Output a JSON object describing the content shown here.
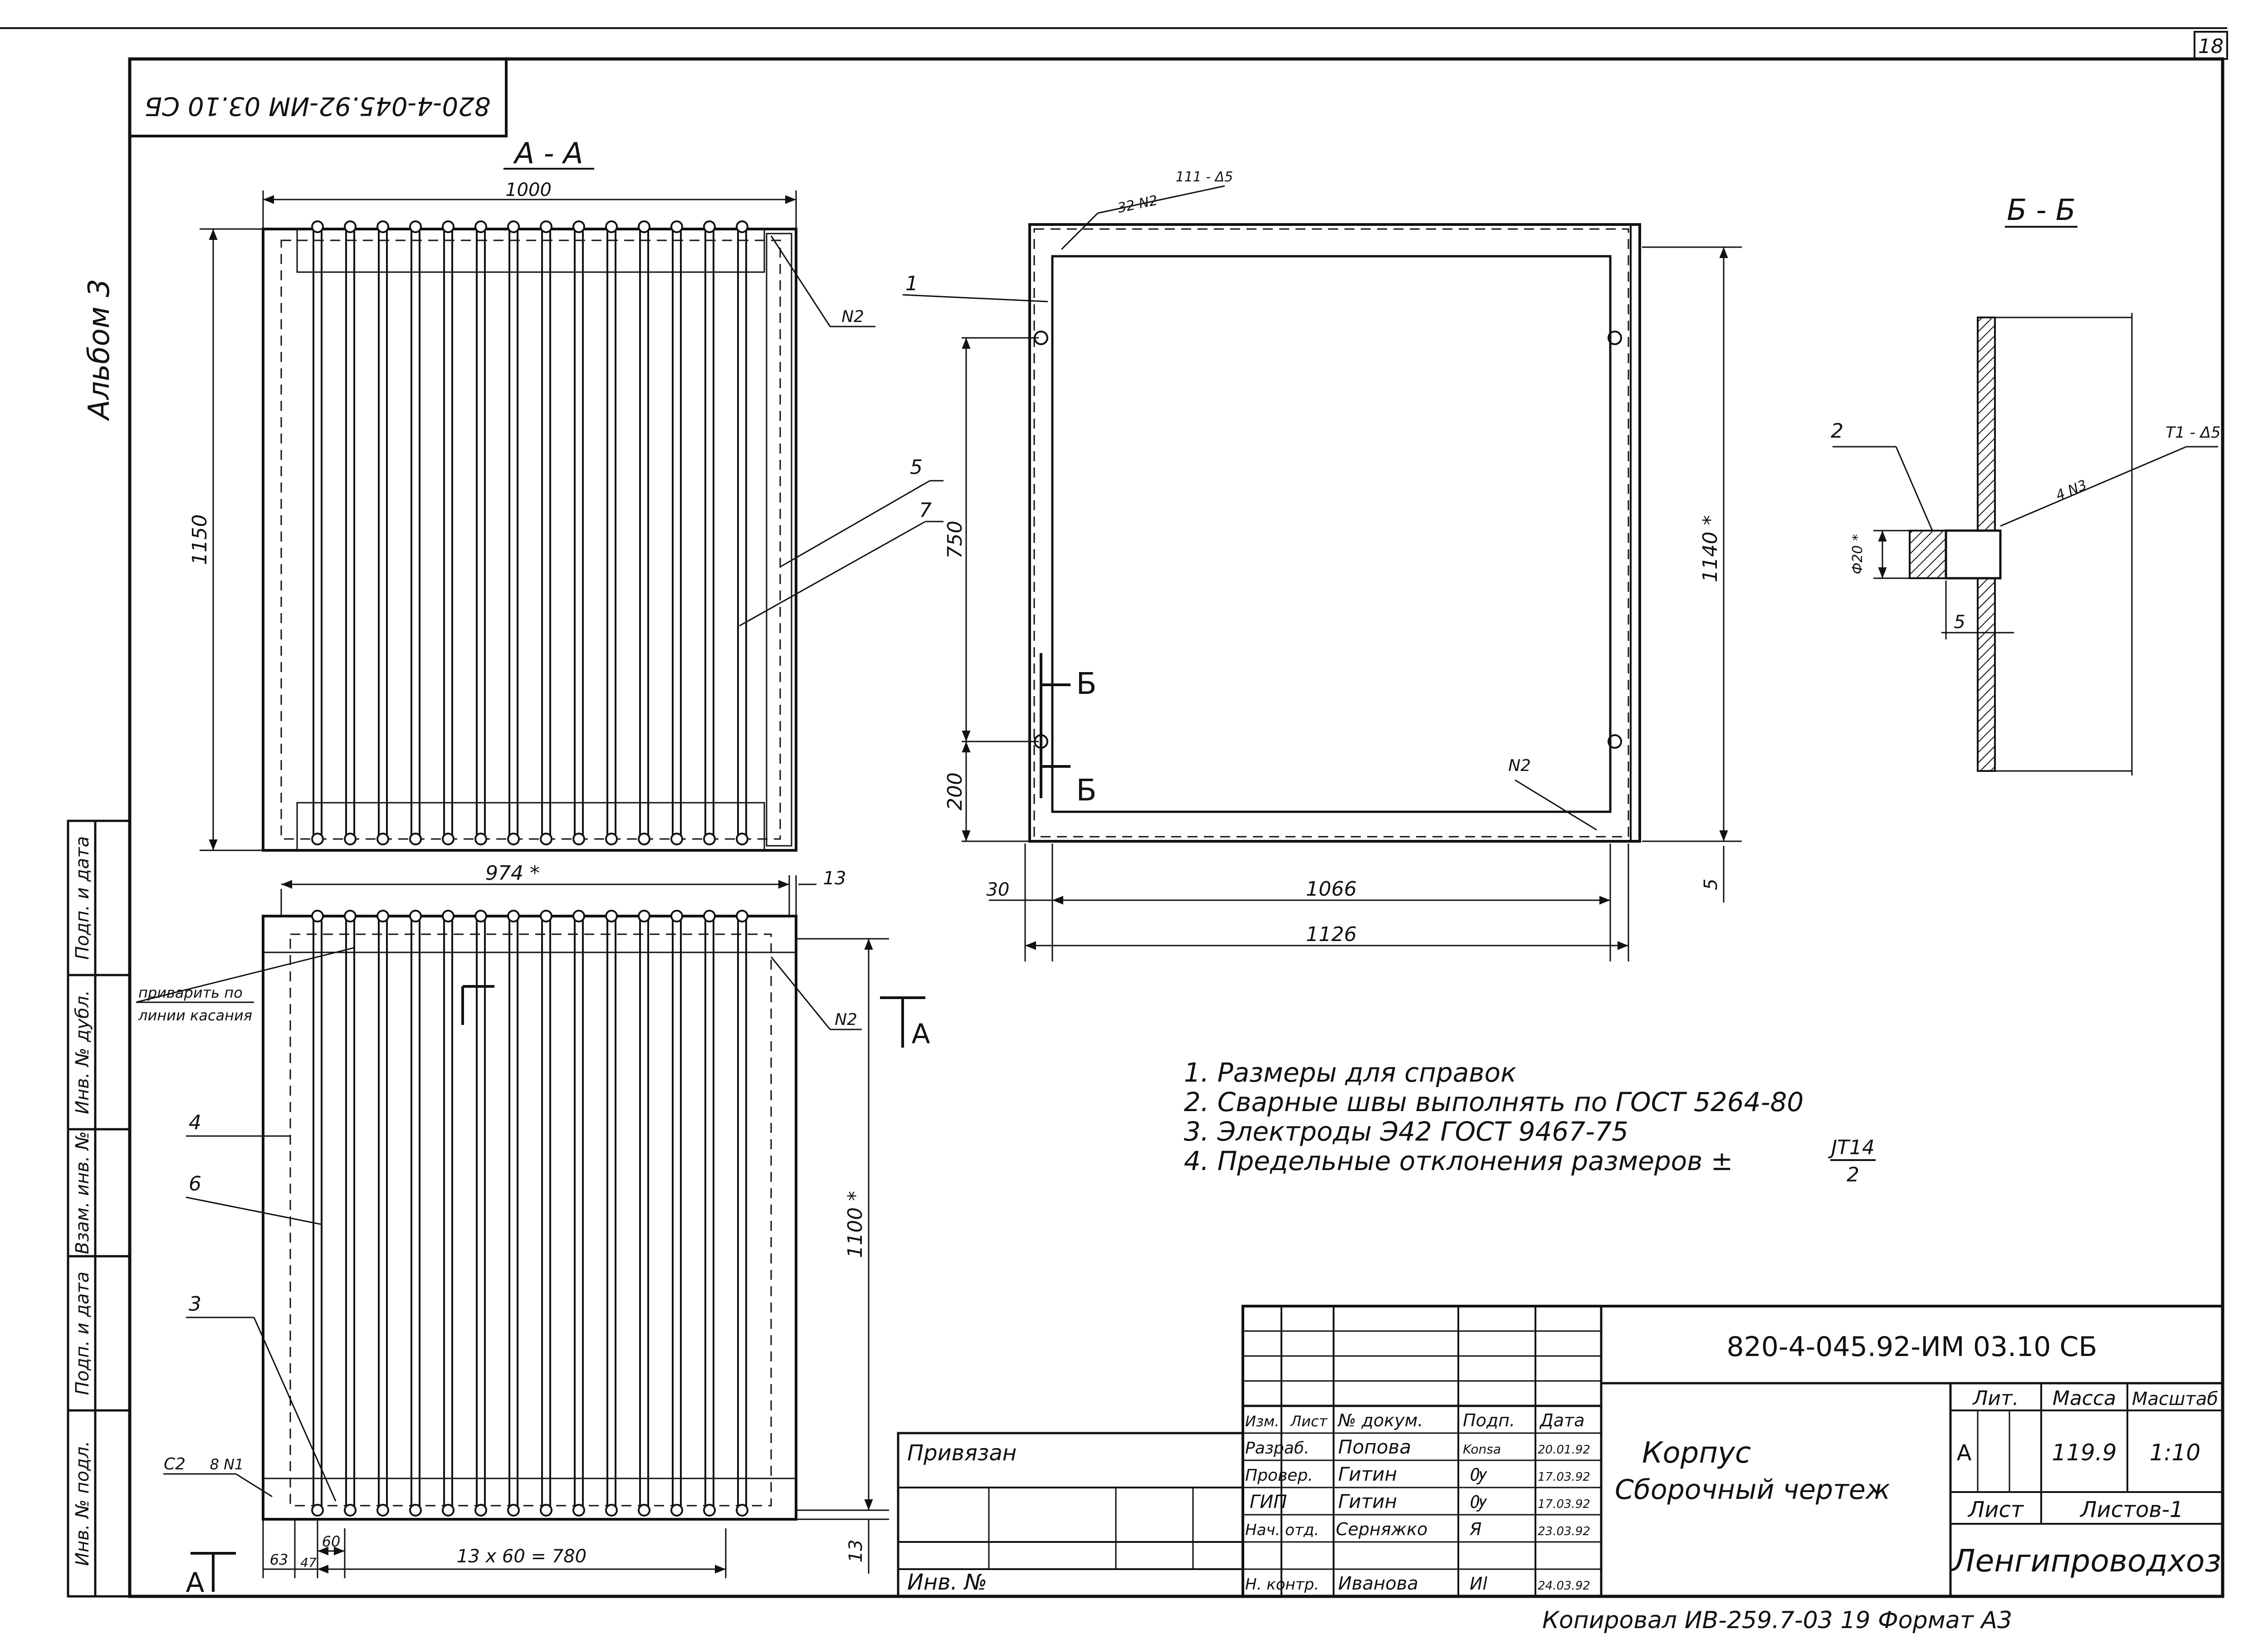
{
  "sheet_number": "18",
  "rotated_code": "820-4-045.92-ИМ 03.10 СБ",
  "album": "Альбом 3",
  "views": {
    "section_aa": "А - А",
    "section_bb": "Б - Б",
    "cut_label_b": "Б",
    "cut_label_a": "А"
  },
  "dimensions": {
    "d1000": "1000",
    "d1150": "1150",
    "d974": "974 *",
    "d13a": "13",
    "d13b": "13",
    "d1100": "1100 *",
    "d63": "63",
    "d47": "47",
    "d60": "60",
    "d780": "13 x 60 = 780",
    "d750": "750",
    "d200": "200",
    "d30": "30",
    "d1066": "1066",
    "d1126": "1126",
    "d1140": "1140 *",
    "d5a": "5",
    "d5b": "5",
    "d20": "Ф20 *"
  },
  "callouts": {
    "c1": "1",
    "c2": "2",
    "c3": "3",
    "c4": "4",
    "c5": "5",
    "c6": "6",
    "c7": "7",
    "n2a": "N2",
    "n2b": "N2",
    "n2c": "N2",
    "weld_top": "32 N2",
    "weld_top2": "111 - Δ5",
    "weld_bb": "Т1 - Δ5",
    "weld_bb2": "4 N3",
    "weld_c2": "С2",
    "weld_8n1": "8 N1",
    "note_weld1": "приварить по",
    "note_weld2": "линии касания"
  },
  "notes": [
    "1. Размеры для справок",
    "2. Сварные швы выполнять по ГОСТ 5264-80",
    "3. Электроды Э42 ГОСТ 9467-75",
    "4. Предельные отклонения размеров ± "
  ],
  "tolerance_num": "JT14",
  "tolerance_den": "2",
  "side_stamp": [
    "Подп. и дата",
    "Инв. № дубл.",
    "Взам. инв. №",
    "Подп. и дата",
    "Инв. № подл."
  ],
  "title_block": {
    "designation": "820-4-045.92-ИМ 03.10 СБ",
    "name_line1": "Корпус",
    "name_line2": "Сборочный чертеж",
    "organization": "Ленгипроводхоз",
    "header": [
      "Изм.",
      "Лист",
      "№ докум.",
      "Подп.",
      "Дата"
    ],
    "people": [
      {
        "role": "Разраб.",
        "name": "Попова",
        "sign": "Konsa",
        "date": "20.01.92"
      },
      {
        "role": "Провер.",
        "name": "Гитин",
        "sign": "Ѹ",
        "date": "17.03.92"
      },
      {
        "role": "ГИП",
        "name": "Гитин",
        "sign": "Ѹ",
        "date": "17.03.92"
      },
      {
        "role": "Нач. отд.",
        "name": "Серняжко",
        "sign": "Я",
        "date": "23.03.92"
      },
      {
        "role": "Н. контр.",
        "name": "Иванова",
        "sign": "Иl",
        "date": "24.03.92"
      }
    ],
    "lit_label": "Лит.",
    "mass_label": "Масса",
    "scale_label": "Масштаб",
    "lit_value": "А",
    "mass_value": "119.9",
    "scale_value": "1:10",
    "sheet_label": "Лист",
    "sheets_label": "Листов-1",
    "tied_label": "Привязан",
    "inv_label": "Инв. №"
  },
  "footer": "Копировал  ИВ-259.7-03  19  Формат А3"
}
